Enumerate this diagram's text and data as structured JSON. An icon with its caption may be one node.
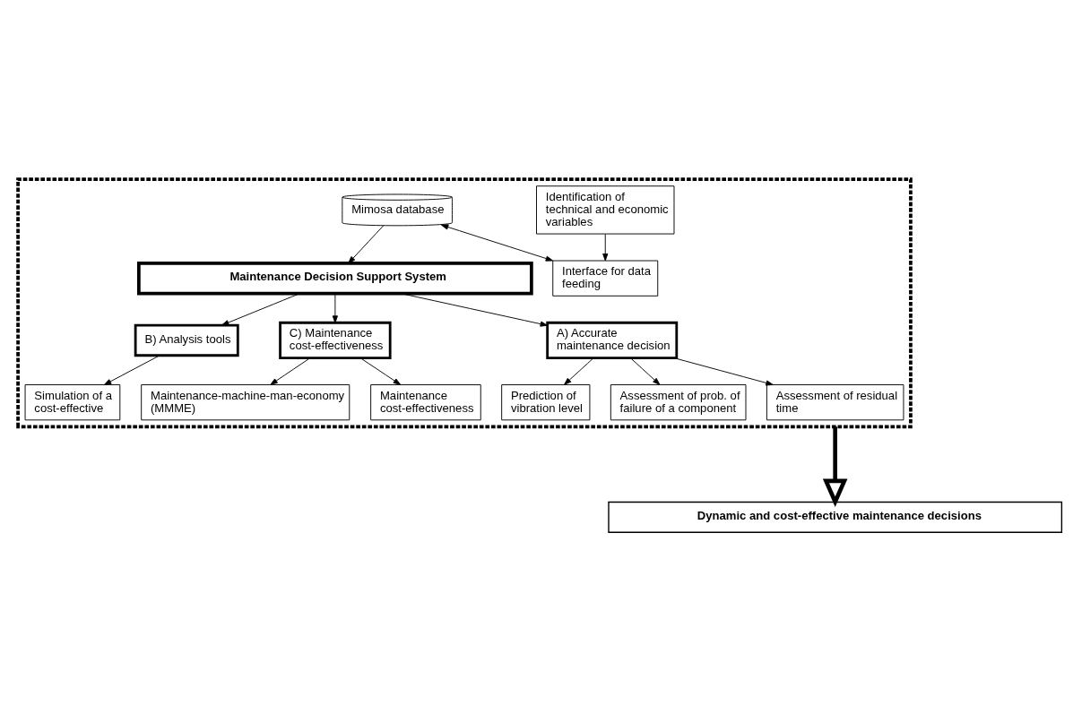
{
  "diagram": {
    "nodes": [
      {
        "text": [],
        "shape": "box"
      },
      {
        "text": [
          "Identification of technical and economic variables"
        ],
        "in": 0
      },
      {
        "text": [
          "Interface for data feeding"
        ],
        "in": 0
      },
      {
        "text": [
          "Maintenance Decision Support System"
        ],
        "in": 0
      },
      {
        "text": [
          "B) Analysis tools"
        ],
        "in": 0
      },
      {
        "text": [
          "C) Maintenance cost-effectiveness"
        ],
        "in": 0
      },
      {
        "text": [
          "Mimosa database"
        ],
        "in": 0
      },
      {
        "text": [
          "A) Accurate maintenance decision"
        ],
        "in": 0
      },
      {
        "text": [
          "Maintenance-machine-man-economy (MMME)"
        ],
        "in": 0
      },
      {
        "text": [
          "Prediction of vibration level"
        ],
        "in": 0
      },
      {
        "text": [
          "Assessment of prob. of failure of a component"
        ],
        "in": 0
      },
      {
        "text": [
          "Simulation of a cost-effective"
        ],
        "in": 0
      },
      {
        "text": [
          "Maintenance cost-effectiveness"
        ],
        "in": 0
      },
      {
        "text": [
          "Assessment of residual time"
        ],
        "in": 0
      },
      {
        "text": [
          "Dynamic and cost-effective maintenance decisions"
        ]
      }
    ],
    "edges": [
      {
        "from": 1,
        "to": 2,
        "arrow": "to"
      },
      {
        "from": 6,
        "to": 2,
        "arrow": "both"
      },
      {
        "from": 6,
        "to": 3,
        "arrow": "to"
      },
      {
        "from": 3,
        "to": 7,
        "arrow": "to"
      },
      {
        "from": 3,
        "to": 4,
        "arrow": "to"
      },
      {
        "from": 3,
        "to": 5,
        "arrow": "to"
      },
      {
        "from": 5,
        "to": 8,
        "arrow": "to"
      },
      {
        "from": 5,
        "to": 12,
        "arrow": "to"
      },
      {
        "from": 4,
        "to": 11,
        "arrow": "to"
      },
      {
        "from": 7,
        "to": 9,
        "arrow": "to"
      },
      {
        "from": 7,
        "to": 10,
        "arrow": "to"
      },
      {
        "from": 7,
        "to": 13,
        "arrow": "to"
      },
      {
        "from": 0,
        "to": 14,
        "arrow": "to",
        "style": "thick"
      }
    ]
  }
}
